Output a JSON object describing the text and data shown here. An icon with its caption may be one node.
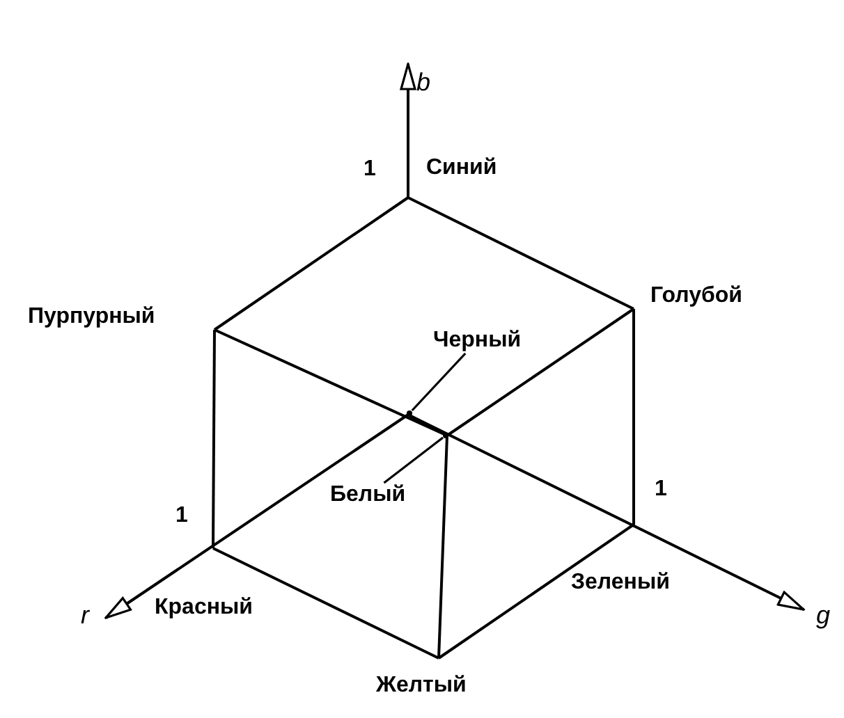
{
  "diagram": {
    "nodes": [
      {
        "text": [
          "Черный"
        ]
      },
      {
        "text": [],
        "shape": "point"
      },
      {
        "text": [
          "Белый"
        ]
      },
      {
        "text": [],
        "shape": "point"
      }
    ],
    "edges": [
      {
        "from": 0,
        "to": 1,
        "arrow": "none"
      },
      {
        "from": 2,
        "to": 3,
        "arrow": "none"
      }
    ],
    "labels": [
      "b",
      "1",
      "Синий",
      "Пурпурный",
      "Голубой",
      "1",
      "1",
      "r",
      "Красный",
      "Зеленый",
      "g",
      "Желтый"
    ]
  }
}
